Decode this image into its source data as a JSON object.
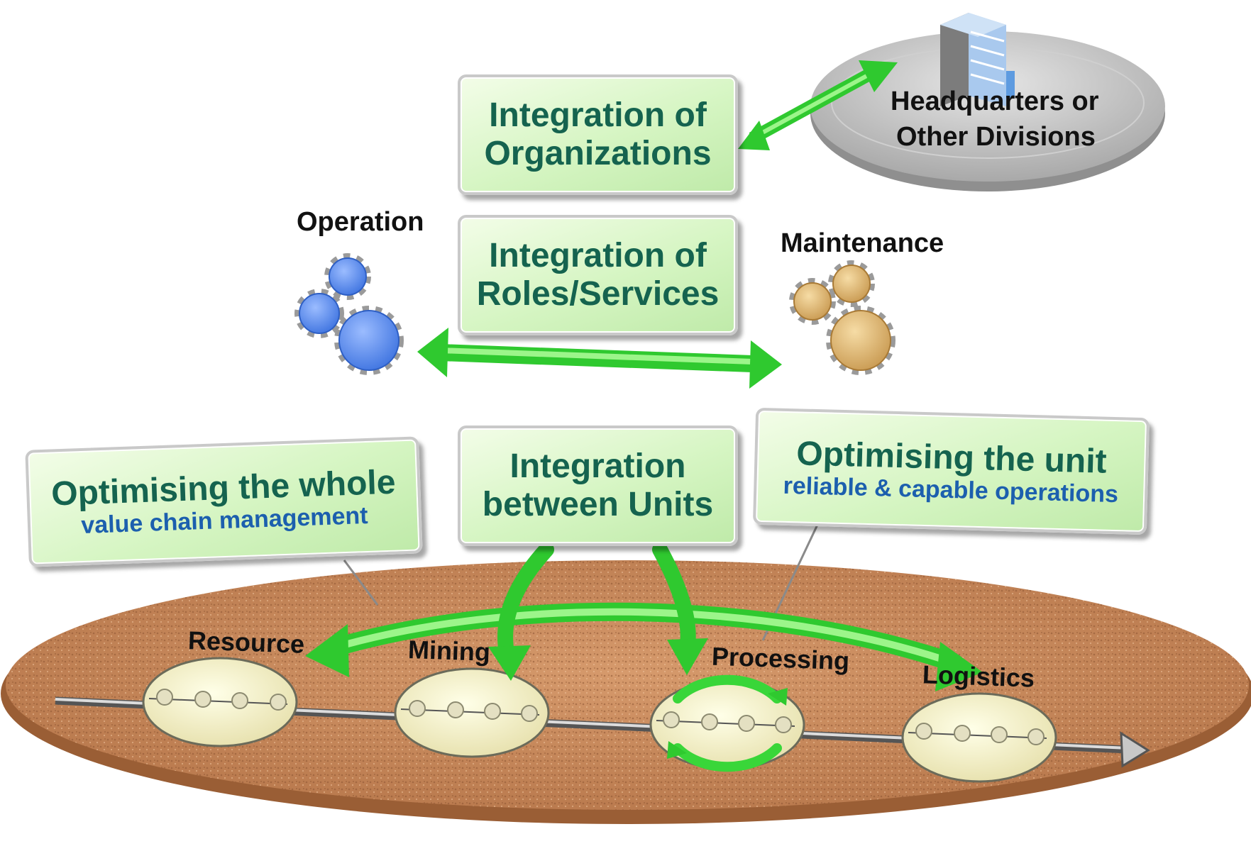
{
  "boxes": {
    "integration_org": {
      "line1": "Integration of",
      "line2": "Organizations"
    },
    "integration_roles": {
      "line1": "Integration of",
      "line2": "Roles/Services"
    },
    "integration_units": {
      "line1": "Integration",
      "line2": "between Units"
    },
    "optimise_whole": {
      "title": "Optimising the whole",
      "sub": "value chain management"
    },
    "optimise_unit": {
      "title": "Optimising the unit",
      "sub": "reliable & capable operations"
    }
  },
  "labels": {
    "headquarters_line1": "Headquarters or",
    "headquarters_line2": "Other Divisions",
    "operation": "Operation",
    "maintenance": "Maintenance",
    "stages": [
      "Resource",
      "Mining",
      "Processing",
      "Logistics"
    ]
  },
  "colors": {
    "box_text": "#15634f",
    "sub_text": "#1c5fae",
    "arrow_green": "#3fd93f",
    "operation_gear": "#5b8ef0",
    "maintenance_gear": "#d9b26a",
    "platform": "#c98a5c"
  },
  "icons": [
    "building-icon",
    "operation-gears-icon",
    "maintenance-gears-icon",
    "cycle-arrows-icon"
  ]
}
